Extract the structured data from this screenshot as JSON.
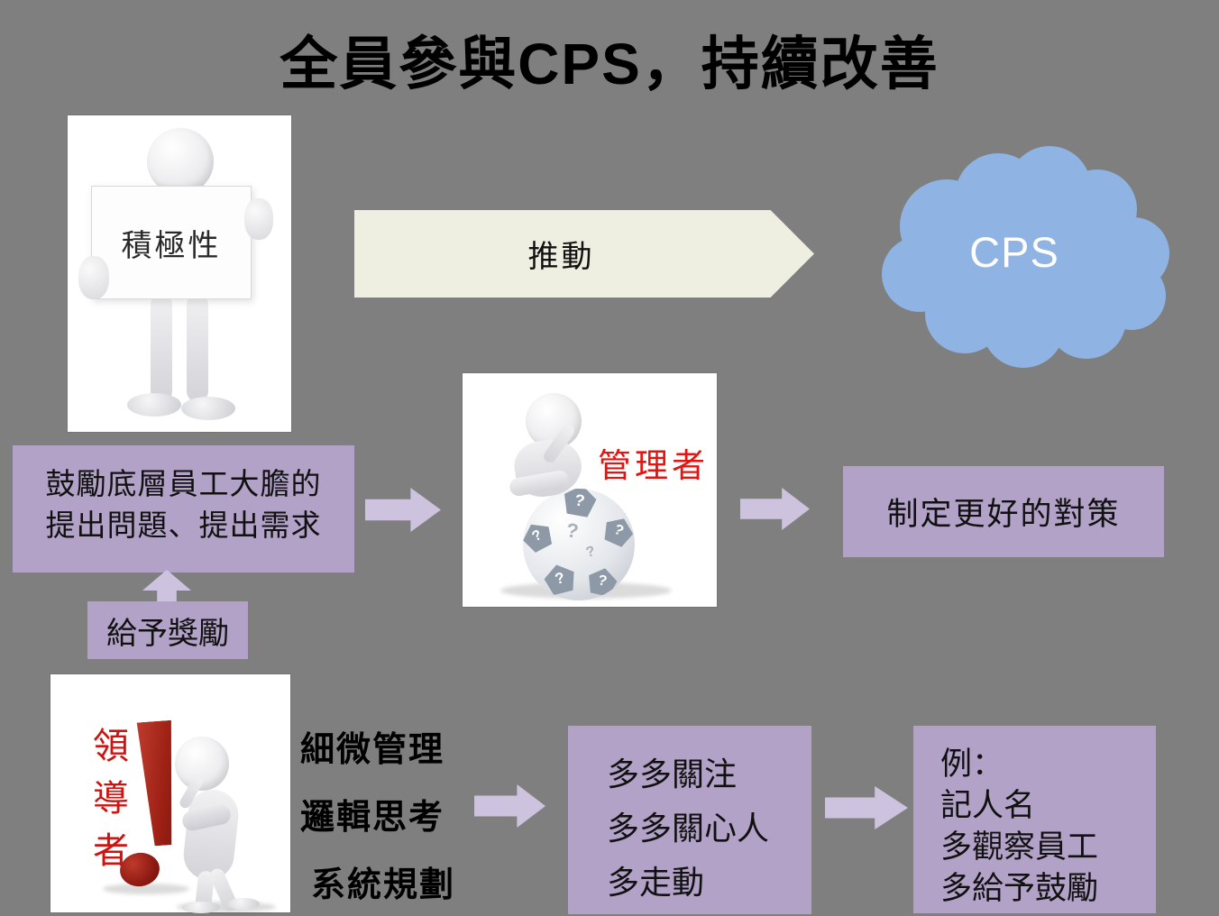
{
  "title": "全員參與CPS，持續改善",
  "top": {
    "sign_label": "積極性",
    "push_label": "推動",
    "cloud_label": "CPS"
  },
  "middle": {
    "encourage_line1": "鼓勵底層員工大膽的",
    "encourage_line2": "提出問題、提出需求",
    "manager_label": "管理者",
    "strategy_label": "制定更好的對策",
    "reward_label": "給予獎勵"
  },
  "bottom": {
    "leader_label": "領導者",
    "skills": [
      "細微管理",
      "邏輯思考",
      "系統規劃"
    ],
    "actions": [
      "多多關注",
      "多多關心人",
      "多走動"
    ],
    "examples": [
      "例：",
      "記人名",
      "多觀察員工",
      "多給予鼓勵"
    ]
  },
  "misc": {
    "qmark": "?"
  },
  "colors": {
    "background": "#7f7f7f",
    "box_purple": "#b2a2c7",
    "arrow_purple": "#cdc3de",
    "arrow_cream": "#eeeee1",
    "cloud_blue": "#8fb3e2",
    "manager_red": "#e11511",
    "leader_red": "#cf1310"
  }
}
